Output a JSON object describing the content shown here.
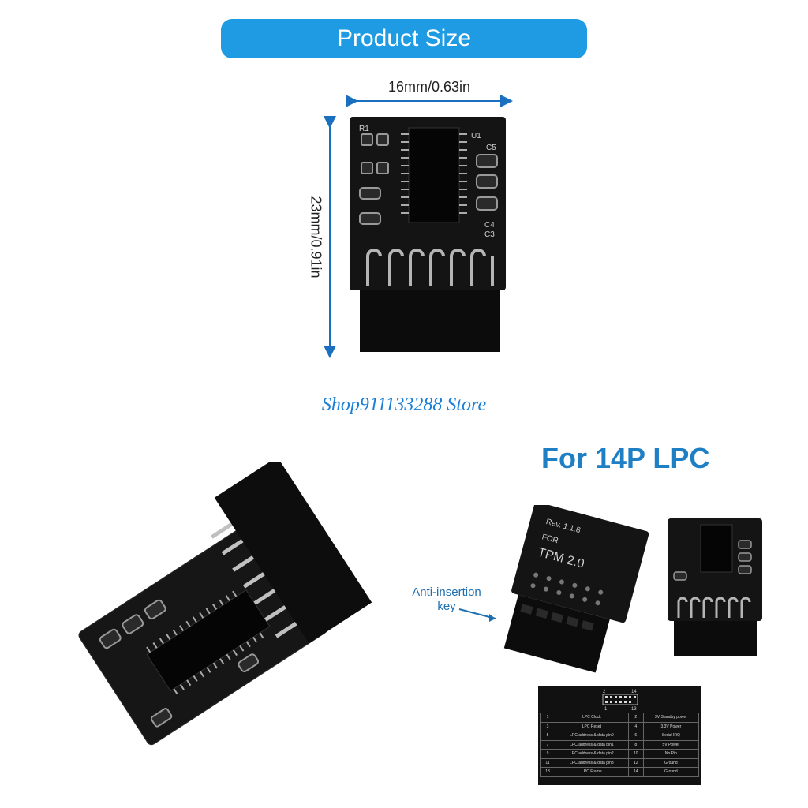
{
  "banner": {
    "title": "Product Size"
  },
  "dimensions": {
    "width": "16mm/0.63in",
    "height": "23mm/0.91in"
  },
  "store": {
    "name": "Shop911133288 Store"
  },
  "compat": {
    "title": "For  14P LPC"
  },
  "callout": {
    "line1": "Anti-insertion",
    "line2": "key"
  },
  "board_labels": {
    "top_view": [
      "R1",
      "U1",
      "C5",
      "C4",
      "C3"
    ],
    "tpm_rev": "Rev. 1.1.8",
    "tpm_for": "FOR",
    "tpm_name": "TPM  2.0"
  },
  "pinout": {
    "header_top": [
      "2",
      "14"
    ],
    "header_bottom": [
      "1",
      "13"
    ],
    "rows": [
      [
        "1",
        "LPC Clock",
        "2",
        "3V Standby power"
      ],
      [
        "3",
        "LPC Reset",
        "4",
        "3.3V Power"
      ],
      [
        "5",
        "LPC address & data pin0",
        "6",
        "Serial IRQ"
      ],
      [
        "7",
        "LPC address & data pin1",
        "8",
        "5V Power"
      ],
      [
        "9",
        "LPC address & data pin2",
        "10",
        "No Pin"
      ],
      [
        "11",
        "LPC address & data pin3",
        "12",
        "Ground"
      ],
      [
        "13",
        "LPC Frame",
        "14",
        "Ground"
      ]
    ]
  },
  "colors": {
    "accent": "#1e9be3",
    "board": "#141414",
    "store_text": "#1a7fd6"
  }
}
